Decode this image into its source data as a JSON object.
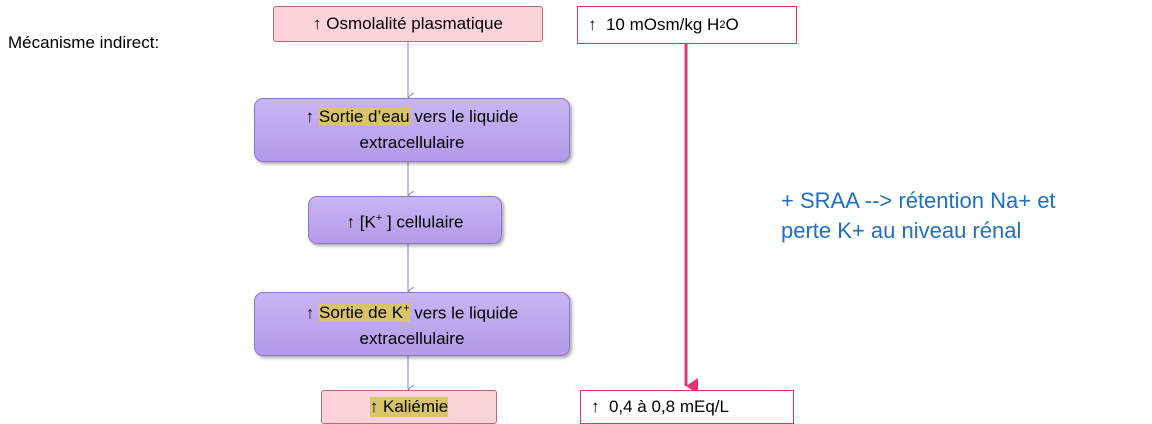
{
  "title": "Mécanisme indirect:",
  "arrow_symbol": "↑",
  "boxes": {
    "osmolalite": "Osmolalité plasmatique",
    "sortie_eau": {
      "hl": "Sortie d’eau",
      "rest": " vers le liquide",
      "line2": "extracellulaire"
    },
    "k_cell": {
      "pre": "[K",
      "sup": "+",
      "post": " ] cellulaire"
    },
    "sortie_k": {
      "hl": "Sortie de K",
      "sup": "+",
      "rest": " vers le liquide",
      "line2": "extracellulaire"
    },
    "kaliemie": "Kaliémie"
  },
  "values": {
    "top": {
      "text": "10 mOsm/kg H",
      "sub": "2",
      "tail": "O"
    },
    "bottom": "0,4 à 0,8 mEq/L"
  },
  "note": {
    "line1": "+ SRAA --> rétention Na+ et",
    "line2": "perte K+ au niveau rénal"
  },
  "colors": {
    "pink": "#fcd3d8",
    "purple": "#b39be8",
    "highlight": "#d8c46a",
    "magenta_arrow": "#e0337a",
    "note_blue": "#1f6fc4"
  }
}
